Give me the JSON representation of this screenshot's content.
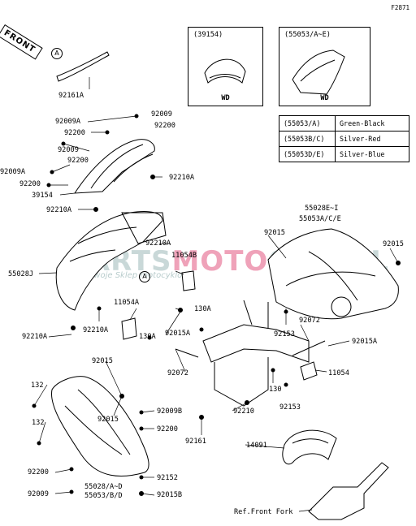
{
  "figure_code": "F2871",
  "front_label": "FRONT",
  "watermark": {
    "part1": "PARTS",
    "part2": "MOTO",
    "part3": "ORG.PL",
    "tagline": "Twoje Sklep motocyklowy"
  },
  "inset_boxes": [
    {
      "part": "(39154)",
      "note": "WD"
    },
    {
      "part": "(55053/A~E)",
      "note": "WD"
    }
  ],
  "color_table": [
    {
      "code": "(55053/A)",
      "color": "Green-Black"
    },
    {
      "code": "(55053B/C)",
      "color": "Silver-Red"
    },
    {
      "code": "(55053D/E)",
      "color": "Silver-Blue"
    }
  ],
  "markers": {
    "a1": "A",
    "a2": "A"
  },
  "labels": {
    "l92161A": "92161A",
    "l92009_top": "92009",
    "l92200_top": "92200",
    "l92009A_1": "92009A",
    "l92200_1": "92200",
    "l92009_1": "92009",
    "l92200_2": "92200",
    "l92009A_2": "92009A",
    "l92200_3": "92200",
    "l39154": "39154",
    "l92210A_1": "92210A",
    "l92210A_2": "92210A",
    "l92210A_3": "92210A",
    "l11054B": "11054B",
    "l55028J": "55028J",
    "l130A_1": "130A",
    "l11054A": "11054A",
    "l92210A_4": "92210A",
    "l92210A_5": "92210A",
    "l92015A_1": "92015A",
    "l130A_2": "130A",
    "l92015_1": "92015",
    "l92015_2": "92015",
    "l55028EI": "55028E~I",
    "l55053ACE": "55053A/C/E",
    "l92015_3": "92015",
    "l92153_1": "92153",
    "l92072_1": "92072",
    "l92015A_2": "92015A",
    "l92072_2": "92072",
    "l11054": "11054",
    "l130": "130",
    "l92153_2": "92153",
    "l132_1": "132",
    "l132_2": "132",
    "l92015_4": "92015",
    "l92009B": "92009B",
    "l92200_4": "92200",
    "l92210": "92210",
    "l92161": "92161",
    "l14091": "14091",
    "l92200_5": "92200",
    "l92152": "92152",
    "l55028AD": "55028/A~D",
    "l55053BD": "55053/B/D",
    "l92015B": "92015B",
    "l92009_b": "92009",
    "l_ref_front_fork": "Ref.Front Fork"
  }
}
